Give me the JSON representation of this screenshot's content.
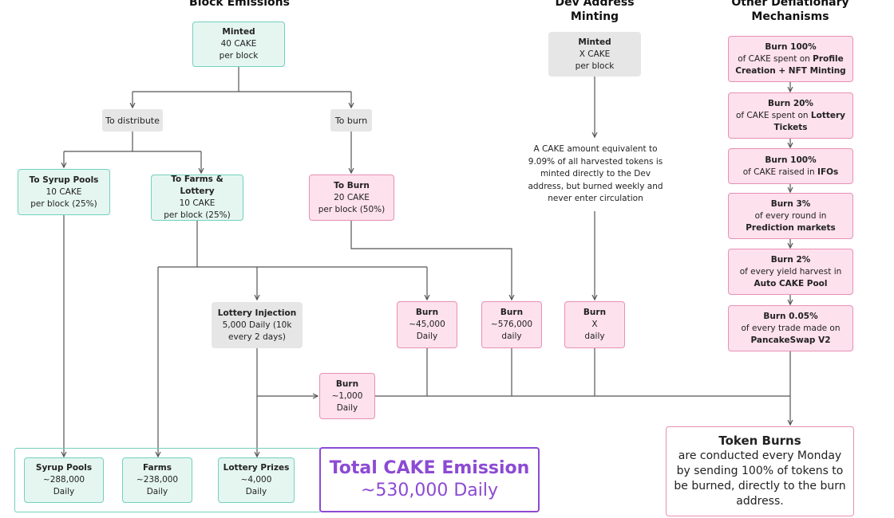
{
  "headers": {
    "block_emissions": "Block Emissions",
    "dev_address_line1": "Dev Address",
    "dev_address_line2": "Minting",
    "other_line1": "Other Deflationary",
    "other_line2": "Mechanisms"
  },
  "nodes": {
    "minted_block": {
      "title": "Minted",
      "line1": "40 CAKE",
      "line2": "per block"
    },
    "to_distribute": "To distribute",
    "to_burn_label": "To burn",
    "syrup_pools": {
      "title": "To Syrup Pools",
      "line1": "10 CAKE",
      "line2": "per block (25%)"
    },
    "farms_lottery": {
      "title": "To Farms & Lottery",
      "line1": "10 CAKE",
      "line2": "per block (25%)"
    },
    "to_burn_box": {
      "title": "To Burn",
      "line1": "20 CAKE",
      "line2": "per block (50%)"
    },
    "dev_minted": {
      "title": "Minted",
      "line1": "X CAKE",
      "line2": "per block"
    },
    "dev_description": "A CAKE amount equivalent to 9.09% of all harvested tokens is minted directly to the Dev address, but burned weekly and never enter circulation",
    "lottery_injection": {
      "title": "Lottery Injection",
      "line1": "5,000 Daily (10k",
      "line2": "every 2 days)"
    },
    "burn_45000": {
      "title": "Burn",
      "line1": "~45,000",
      "line2": "Daily"
    },
    "burn_576000": {
      "title": "Burn",
      "line1": "~576,000",
      "line2": "daily"
    },
    "burn_x": {
      "title": "Burn",
      "line1": "X",
      "line2": "daily"
    },
    "burn_1000": {
      "title": "Burn",
      "line1": "~1,000",
      "line2": "Daily"
    }
  },
  "mechanisms": [
    {
      "a": "Burn 100%",
      "b": "of CAKE spent on ",
      "c": "Profile Creation + NFT Minting"
    },
    {
      "a": "Burn 20%",
      "b": "of CAKE spent on ",
      "c": "Lottery Tickets"
    },
    {
      "a": "Burn 100%",
      "b": "of CAKE raised in ",
      "c": "IFOs"
    },
    {
      "a": "Burn 3%",
      "b": "of every round in",
      "c": "Prediction markets"
    },
    {
      "a": "Burn 2%",
      "b": "of every yield harvest in",
      "c": "Auto CAKE Pool"
    },
    {
      "a": "Burn 0.05%",
      "b": "of every trade made on",
      "c": "PancakeSwap V2"
    }
  ],
  "outputs": {
    "syrup": {
      "title": "Syrup Pools",
      "line1": "~288,000",
      "line2": "Daily"
    },
    "farms": {
      "title": "Farms",
      "line1": "~238,000",
      "line2": "Daily"
    },
    "lottery_prizes": {
      "title": "Lottery Prizes",
      "line1": "~4,000",
      "line2": "Daily"
    }
  },
  "total": {
    "title": "Total CAKE Emission",
    "value": "~530,000 Daily"
  },
  "token_burns": {
    "title": "Token Burns",
    "text": "are conducted every Monday by sending 100% of tokens to be burned, directly to the burn address."
  },
  "colors": {
    "green_border": "#72d1bd",
    "green_fill": "#e5f6f1",
    "pink_border": "#e890b4",
    "pink_fill": "#fde1ec",
    "gray": "#e6e6e6",
    "purple": "#8c4ad4",
    "line": "#555555"
  }
}
